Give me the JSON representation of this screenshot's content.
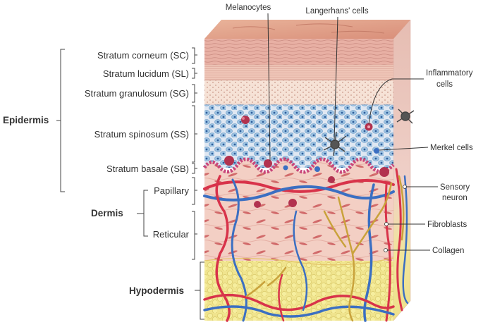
{
  "diagram": {
    "top_labels": {
      "melanocytes": "Melanocytes",
      "langerhans": "Langerhans' cells"
    },
    "layers": {
      "sc": "Stratum corneum (SC)",
      "sl": "Stratum lucidum (SL)",
      "sg": "Stratum granulosum (SG)",
      "ss": "Stratum spinosum (SS)",
      "sb": "Stratum basale (SB)",
      "papillary": "Papillary",
      "reticular": "Reticular"
    },
    "groups": {
      "epidermis": "Epidermis",
      "dermis": "Dermis",
      "hypodermis": "Hypodermis"
    },
    "right_labels": {
      "inflammatory_1": "Inflammatory",
      "inflammatory_2": "cells",
      "merkel": "Merkel cells",
      "sensory_1": "Sensory",
      "sensory_2": "neuron",
      "fibroblasts": "Fibroblasts",
      "collagen": "Collagen"
    },
    "colors": {
      "stratum_corneum": "#e3a89c",
      "epidermis_cells": "#8ab6d8",
      "dermis": "#f2c7bc",
      "hypodermis": "#efe38c",
      "artery": "#d8334a",
      "vein": "#3b6fc2",
      "nerve": "#c9a23b"
    }
  }
}
